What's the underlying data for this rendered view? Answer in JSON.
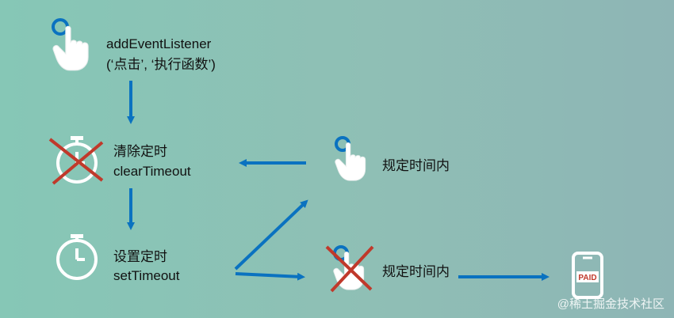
{
  "colors": {
    "arrow": "#0a72c0",
    "icon_stroke": "#ffffff",
    "cross": "#c0392b",
    "ring": "#0a72c0"
  },
  "nodes": {
    "click": {
      "line1": "addEventListener",
      "line2": "(‘点击’, ‘执行函数’)",
      "icon": "hand-pointer-icon"
    },
    "clear": {
      "line1": "清除定时",
      "line2": "clearTimeout",
      "icon": "stopwatch-crossed-icon"
    },
    "set": {
      "line1": "设置定时",
      "line2": "setTimeout",
      "icon": "stopwatch-icon"
    },
    "within_top": {
      "label": "规定时间内",
      "icon": "hand-pointer-icon"
    },
    "within_bottom": {
      "label": "规定时间内",
      "icon": "hand-pointer-crossed-icon"
    },
    "paid": {
      "label": "PAID",
      "icon": "phone-paid-icon"
    }
  },
  "watermark": "@稀土掘金技术社区"
}
